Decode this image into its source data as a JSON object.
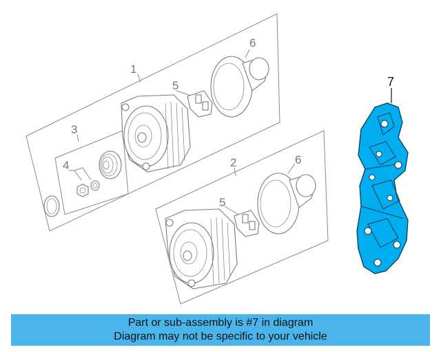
{
  "diagram": {
    "callouts": {
      "c1": "1",
      "c2": "2",
      "c3": "3",
      "c4": "4",
      "c5_top": "5",
      "c5_bottom": "5",
      "c6_top": "6",
      "c6_bottom": "6",
      "c7": "7"
    },
    "highlight_color": "#00aeef"
  },
  "banner": {
    "line1": "Part or sub-assembly is #7 in diagram",
    "line2": "Diagram may not be specific to your vehicle",
    "background": "#49b5eb"
  }
}
